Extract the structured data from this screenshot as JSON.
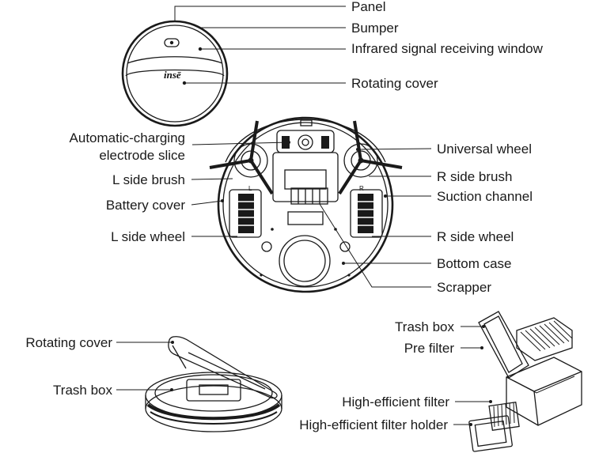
{
  "diagram": {
    "brand_logo": "insē",
    "brush_marks": {
      "left": "L",
      "right": "R"
    },
    "top_view_labels": {
      "panel": "Panel",
      "bumper": "Bumper",
      "ir_window": "Infrared signal receiving window",
      "rotating_cover": "Rotating cover"
    },
    "bottom_view_left": {
      "charging_line1": "Automatic-charging",
      "charging_line2": "electrode slice",
      "l_side_brush": "L side brush",
      "battery_cover": "Battery cover",
      "l_side_wheel": "L side wheel"
    },
    "bottom_view_right": {
      "universal_wheel": "Universal wheel",
      "r_side_brush": "R side brush",
      "suction_channel": "Suction channel",
      "r_side_wheel": "R side wheel",
      "bottom_case": "Bottom case",
      "scrapper": "Scrapper"
    },
    "open_view_labels": {
      "rotating_cover": "Rotating cover",
      "trash_box": "Trash box"
    },
    "trash_box_labels": {
      "trash_box": "Trash box",
      "pre_filter": "Pre filter",
      "hepa_filter": "High-efficient filter",
      "hepa_holder": "High-efficient filter holder"
    }
  }
}
